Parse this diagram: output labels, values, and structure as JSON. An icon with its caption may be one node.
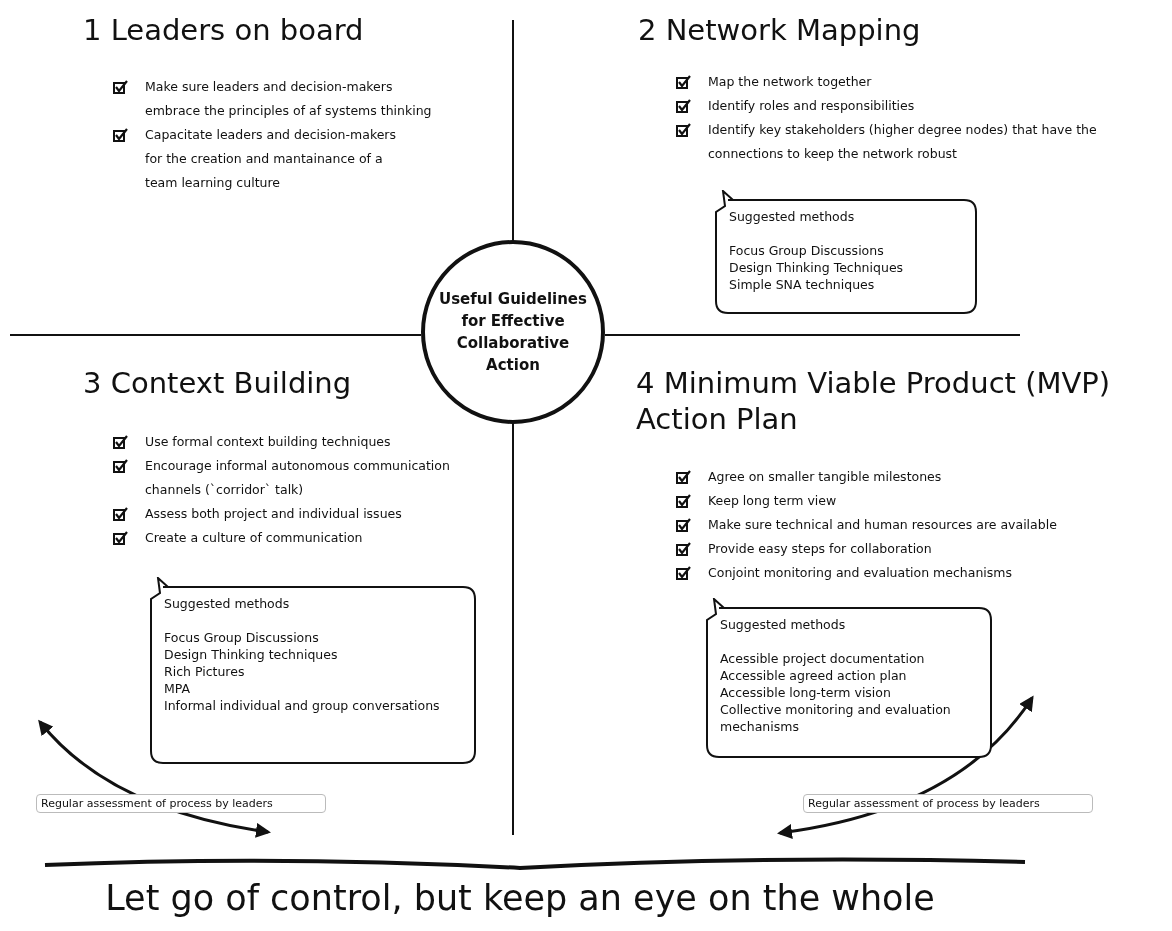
{
  "diagram": {
    "caption": "Let go of control, but keep an eye on the whole",
    "nodes": [
      {
        "text": [
          "Useful Guidelines for Effective Collaborative Action"
        ]
      },
      {
        "text": [
          "Suggested methods",
          "Focus Group Discussions",
          "Design Thinking Techniques",
          "Simple SNA techniques"
        ]
      },
      {
        "text": [
          "Suggested methods",
          "Focus Group Discussions",
          "Design Thinking techniques",
          "Rich Pictures",
          "MPA",
          "Informal individual and group conversations"
        ]
      },
      {
        "text": [
          "Suggested methods",
          "Acessible project documentation",
          "Accessible agreed action plan",
          "Accessible long-term vision",
          "Collective monitoring and evaluation mechanisms"
        ]
      },
      {
        "text": [
          "Regular assessment of process by leaders"
        ]
      },
      {
        "text": [
          "Regular assessment of process by leaders"
        ]
      }
    ],
    "labels": [
      "1 Leaders on board",
      "Make sure leaders and decision-makers embrace the principles of af systems thinking",
      "Capacitate leaders and decision-makers for the creation and mantainance of a team learning culture",
      "2 Network Mapping",
      "Map the network together",
      "Identify roles and responsibilities",
      "Identify key stakeholders (higher degree nodes) that have the connections to keep the network robust",
      "3 Context Building",
      "Use formal context building techniques",
      "Encourage informal autonomous communication channels (`corridor` talk)",
      "Assess both project and individual issues",
      "Create a culture of communication",
      "4 Minimum Viable Product (MVP) Action Plan",
      "Agree on smaller tangible milestones",
      "Keep long term view",
      "Make sure technical and human resources are available",
      "Provide easy steps for collaboration",
      "Conjoint monitoring and evaluation mechanisms"
    ]
  }
}
